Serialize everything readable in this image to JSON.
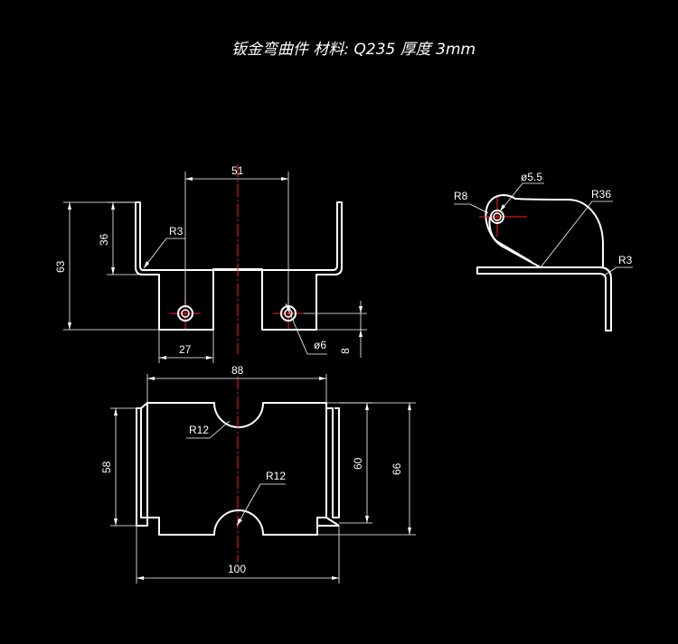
{
  "title": "钣金弯曲件  材料: Q235   厚度 3mm",
  "front_view": {
    "width_51": "51",
    "height_36": "36",
    "height_63": "63",
    "radius_r3": "R3",
    "width_27": "27",
    "hole_d6": "ø6",
    "offset_8": "8"
  },
  "plan_view": {
    "width_88": "88",
    "radius_r12_top": "R12",
    "radius_r12_bottom": "R12",
    "height_58": "58",
    "height_60": "60",
    "height_66": "66",
    "width_100": "100"
  },
  "side_view": {
    "radius_r8": "R8",
    "hole_d55": "ø5.5",
    "radius_r36": "R36",
    "radius_r3": "R3"
  },
  "colors": {
    "background": "#000000",
    "outline": "#ffffff",
    "centerline": "#ff2020"
  }
}
